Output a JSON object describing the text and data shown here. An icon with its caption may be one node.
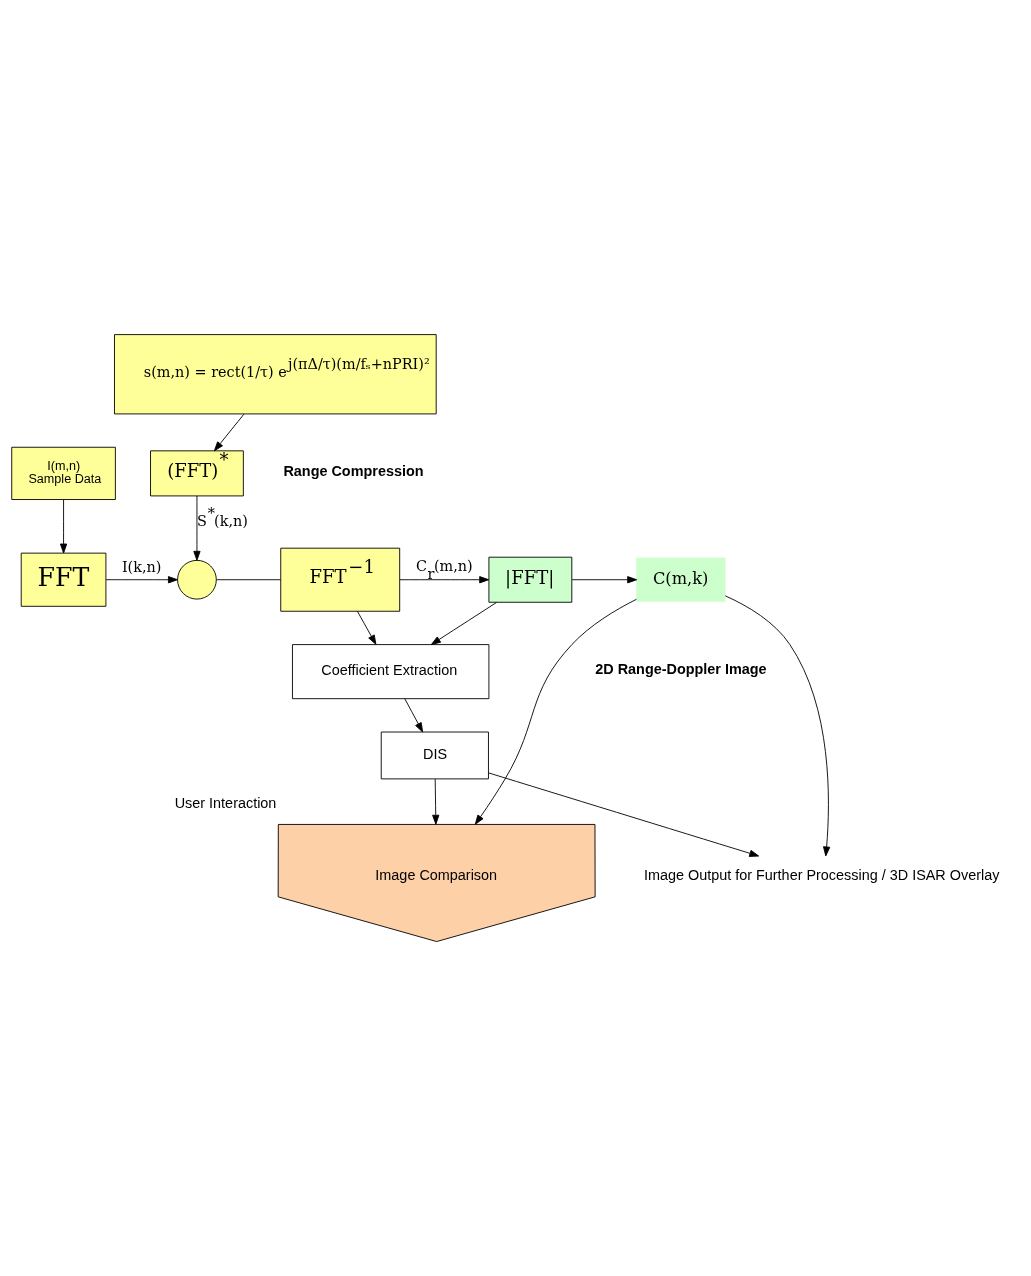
{
  "diagram": {
    "nodes": [
      {
        "text": [
          "I(m,n)",
          "Sample Data"
        ]
      },
      {
        "text": [
          "FFT"
        ]
      },
      {
        "text": [],
        "shape": "circle"
      },
      {
        "text": [
          "FFT$^{−1}$"
        ]
      },
      {
        "text": [
          "|FFT|"
        ]
      },
      {
        "text": [
          "C(m,k)"
        ]
      },
      {
        "text": [
          "(FFT)$^{*}$"
        ]
      },
      {
        "text": [
          "s(m,n) = rect(1/τ) e$^{j(πΔ/τ)(m/fₛ+nPRI)²}$"
        ]
      },
      {
        "text": [
          "Coefficient Extraction"
        ]
      },
      {
        "text": [
          "DIS"
        ]
      },
      {
        "text": [
          "Image Comparison"
        ],
        "beside": [
          "User Interaction"
        ]
      },
      {
        "text": [
          "Image Output for Further Processing / 3D ISAR Overlay"
        ]
      }
    ],
    "edges": [
      {
        "from": 0,
        "to": 1,
        "arrow": "to"
      },
      {
        "from": 1,
        "to": 2,
        "arrow": "to",
        "label": "I(k,n)"
      },
      {
        "from": 2,
        "to": 3,
        "arrow": "none"
      },
      {
        "from": 3,
        "to": 4,
        "arrow": "to",
        "label": "C$_{r}$(m,n)"
      },
      {
        "from": 4,
        "to": 5,
        "arrow": "to"
      },
      {
        "from": 6,
        "to": 2,
        "arrow": "to",
        "label": "S$^{*}$(k,n)"
      },
      {
        "from": 7,
        "to": 6,
        "arrow": "to"
      },
      {
        "from": 3,
        "to": 8,
        "arrow": "to"
      },
      {
        "from": 4,
        "to": 8,
        "arrow": "to"
      },
      {
        "from": 5,
        "to": 10,
        "arrow": "to"
      },
      {
        "from": 8,
        "to": 9,
        "arrow": "to"
      },
      {
        "from": 9,
        "to": 10,
        "arrow": "to"
      },
      {
        "from": 9,
        "to": 11,
        "arrow": "to"
      },
      {
        "from": 5,
        "to": 11,
        "arrow": "to"
      }
    ],
    "labels": [
      "Range Compression",
      "2D Range-Doppler Image"
    ]
  }
}
